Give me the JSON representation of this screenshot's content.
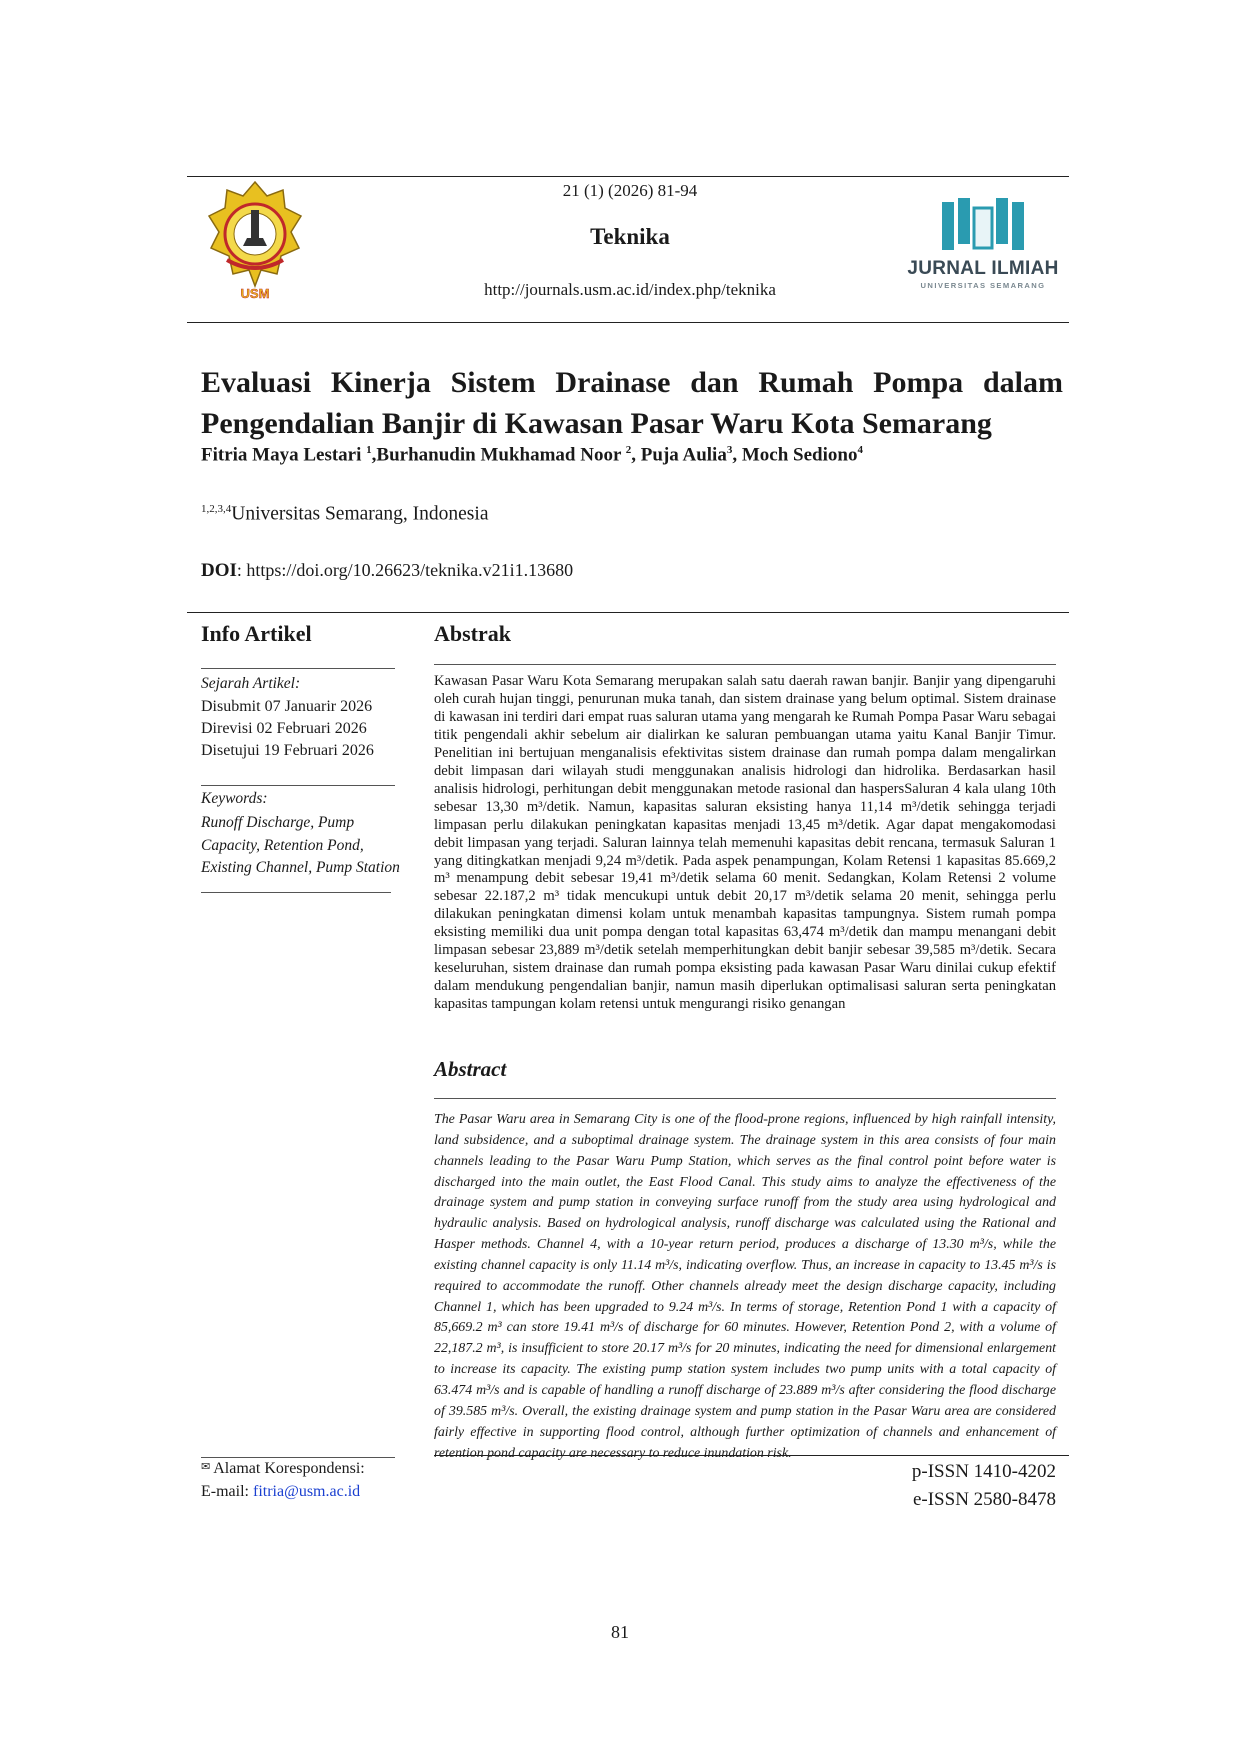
{
  "header": {
    "citation": "21 (1) (2026) 81-94",
    "journal_name": "Teknika",
    "url": "http://journals.usm.ac.id/index.php/teknika",
    "left_logo_text": "USM",
    "right_logo_title": "JURNAL ILMIAH",
    "right_logo_subtitle": "UNIVERSITAS SEMARANG"
  },
  "article": {
    "title": "Evaluasi Kinerja Sistem Drainase dan Rumah Pompa dalam Pengendalian Banjir di Kawasan Pasar Waru Kota Semarang",
    "authors": [
      {
        "name": "Fitria Maya Lestari ",
        "sup": "1"
      },
      {
        "name": ",Burhanudin Mukhamad Noor ",
        "sup": "2"
      },
      {
        "name": ", Puja Aulia",
        "sup": "3"
      },
      {
        "name": ", Moch Sediono",
        "sup": "4"
      }
    ],
    "affiliation_sup": "1,2,3,4",
    "affiliation": "Universitas Semarang, Indonesia",
    "doi_label": "DOI",
    "doi_value": ": https://doi.org/10.26623/teknika.v21i1.13680"
  },
  "info": {
    "heading": "Info Artikel",
    "history_label": "Sejarah Artikel:",
    "submitted": "Disubmit 07 Januarir 2026",
    "revised": "Direvisi 02 Februari 2026",
    "accepted": "Disetujui 19 Februari 2026",
    "keywords_label": "Keywords:",
    "keywords_line1": "Runoff Discharge, Pump",
    "keywords_line2": "Capacity, Retention Pond,",
    "keywords_line3": "Existing Channel, Pump Station"
  },
  "abstrak": {
    "heading": "Abstrak",
    "body": "Kawasan Pasar Waru Kota Semarang merupakan salah satu daerah rawan banjir. Banjir yang dipengaruhi oleh curah hujan tinggi, penurunan muka tanah, dan sistem drainase yang belum optimal. Sistem drainase di kawasan ini terdiri dari empat ruas saluran utama yang mengarah ke Rumah Pompa Pasar Waru sebagai titik pengendali akhir sebelum air dialirkan ke saluran pembuangan utama yaitu Kanal Banjir Timur. Penelitian ini bertujuan menganalisis efektivitas sistem drainase dan rumah pompa dalam mengalirkan debit limpasan dari wilayah studi menggunakan analisis hidrologi dan hidrolika. Berdasarkan hasil analisis hidrologi, perhitungan debit menggunakan metode rasional dan haspersSaluran 4 kala ulang 10th sebesar 13,30 m³/detik. Namun, kapasitas saluran eksisting hanya 11,14 m³/detik sehingga terjadi limpasan perlu dilakukan peningkatan kapasitas menjadi 13,45 m³/detik. Agar dapat mengakomodasi debit limpasan yang terjadi. Saluran lainnya telah memenuhi kapasitas debit rencana, termasuk Saluran 1 yang ditingkatkan menjadi 9,24 m³/detik. Pada aspek penampungan, Kolam Retensi 1 kapasitas 85.669,2 m³ menampung debit sebesar 19,41 m³/detik selama 60 menit. Sedangkan, Kolam Retensi 2 volume sebesar 22.187,2 m³ tidak mencukupi untuk debit 20,17 m³/detik selama 20 menit, sehingga perlu dilakukan peningkatan dimensi kolam untuk menambah kapasitas tampungnya. Sistem rumah pompa eksisting memiliki dua unit pompa dengan total kapasitas 63,474 m³/detik dan mampu menangani debit limpasan sebesar 23,889 m³/detik setelah memperhitungkan debit banjir sebesar 39,585 m³/detik. Secara keseluruhan, sistem drainase dan rumah pompa eksisting pada kawasan Pasar Waru dinilai cukup efektif dalam mendukung pengendalian banjir, namun masih diperlukan optimalisasi saluran serta peningkatan kapasitas tampungan kolam retensi untuk mengurangi risiko genangan"
  },
  "abstract": {
    "heading": "Abstract",
    "body": "The Pasar Waru area in Semarang City is one of the flood-prone regions, influenced by high rainfall intensity, land subsidence, and a suboptimal drainage system. The drainage system in this area consists of four main channels leading to the Pasar Waru Pump Station, which serves as the final control point before water is discharged into the main outlet, the East Flood Canal. This study aims to analyze the effectiveness of the drainage system and pump station in conveying surface runoff from the study area using hydrological and hydraulic analysis. Based on hydrological analysis, runoff discharge was calculated using the Rational and Hasper methods. Channel 4, with a 10-year return period, produces a discharge of 13.30 m³/s, while the existing channel capacity is only 11.14 m³/s, indicating overflow. Thus, an increase in capacity to 13.45 m³/s is required to accommodate the runoff. Other channels already meet the design discharge capacity, including Channel 1, which has been upgraded to 9.24 m³/s. In terms of storage, Retention Pond 1 with a capacity of 85,669.2 m³ can store 19.41 m³/s of discharge for 60 minutes. However, Retention Pond 2, with a volume of 22,187.2 m³, is insufficient to store 20.17 m³/s for 20 minutes, indicating the need for dimensional enlargement to increase its capacity. The existing pump station system includes two pump units with a total capacity of 63.474 m³/s and is capable of handling a runoff discharge of 23.889 m³/s after considering the flood discharge of 39.585 m³/s. Overall, the existing drainage system and pump station in the Pasar Waru area are considered fairly effective in supporting flood control, although further optimization of channels and enhancement of retention pond capacity are necessary to reduce inundation risk."
  },
  "footer": {
    "correspondence_label": "Alamat Korespondensi:",
    "email_label": "E-mail: ",
    "email": "fitria@usm.ac.id",
    "p_issn": "p-ISSN 1410-4202",
    "e_issn": "e-ISSN 2580-8478",
    "page_number": "81"
  },
  "colors": {
    "usm_gold": "#e8c020",
    "usm_red": "#c0282a",
    "jurnal_teal": "#2a9bb0",
    "link_blue": "#1a3fd0"
  }
}
